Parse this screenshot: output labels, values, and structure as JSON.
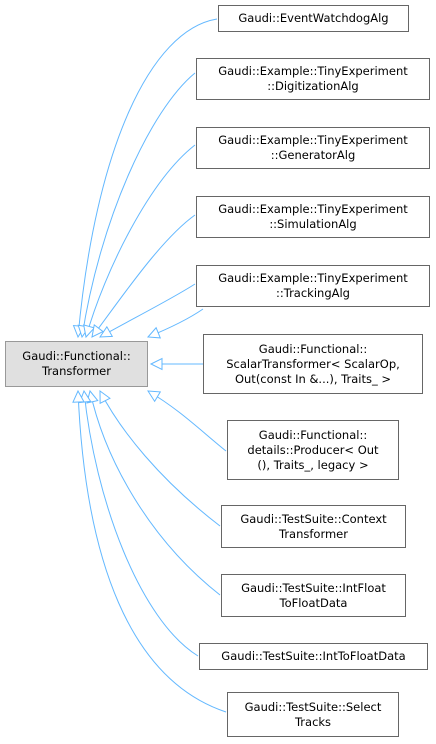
{
  "base": {
    "lines": [
      "Gaudi::Functional::",
      "Transformer"
    ]
  },
  "derived": [
    {
      "lines": [
        "Gaudi::EventWatchdogAlg"
      ]
    },
    {
      "lines": [
        "Gaudi::Example::TinyExperiment",
        "::DigitizationAlg"
      ]
    },
    {
      "lines": [
        "Gaudi::Example::TinyExperiment",
        "::GeneratorAlg"
      ]
    },
    {
      "lines": [
        "Gaudi::Example::TinyExperiment",
        "::SimulationAlg"
      ]
    },
    {
      "lines": [
        "Gaudi::Example::TinyExperiment",
        "::TrackingAlg"
      ]
    },
    {
      "lines": [
        "Gaudi::Functional::",
        "ScalarTransformer< ScalarOp,",
        "Out(const In &...), Traits_ >"
      ]
    },
    {
      "lines": [
        "Gaudi::Functional::",
        "details::Producer< Out",
        "(), Traits_, legacy >"
      ]
    },
    {
      "lines": [
        "Gaudi::TestSuite::Context",
        "Transformer"
      ]
    },
    {
      "lines": [
        "Gaudi::TestSuite::IntFloat",
        "ToFloatData"
      ]
    },
    {
      "lines": [
        "Gaudi::TestSuite::IntToFloatData"
      ]
    },
    {
      "lines": [
        "Gaudi::TestSuite::Select",
        "Tracks"
      ]
    }
  ],
  "colors": {
    "edge": "#63b8ff",
    "base_fill": "#e0e0e0",
    "node_border": "#666666"
  }
}
